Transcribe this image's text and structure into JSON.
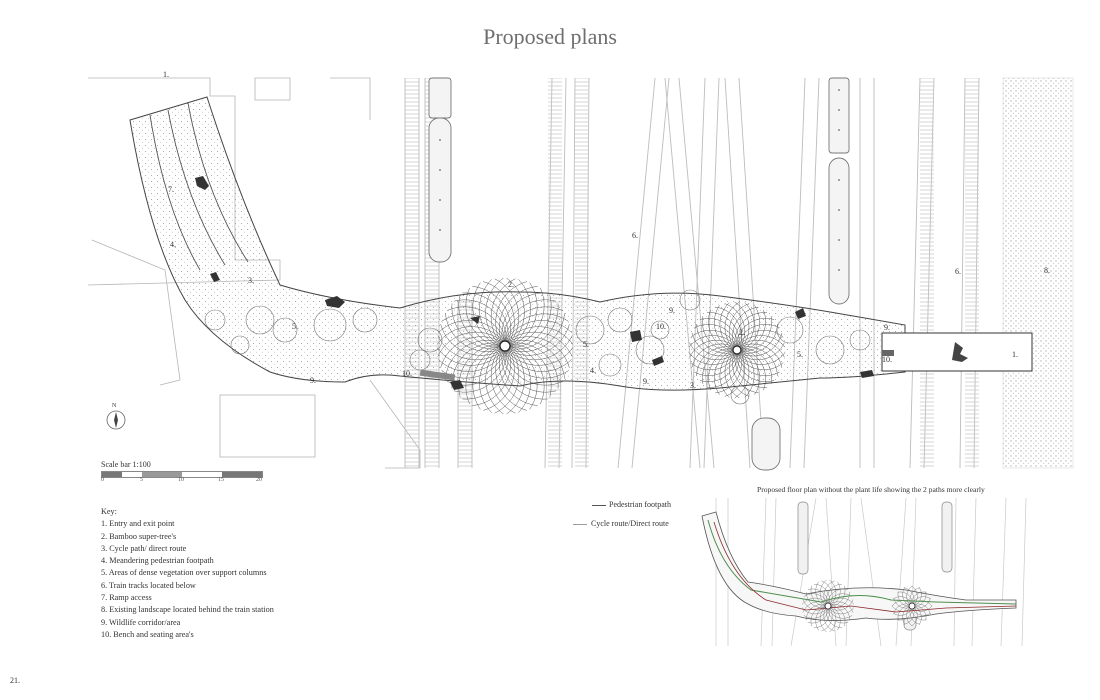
{
  "title": "Proposed plans",
  "plan_labels": {
    "entry_top": "1.",
    "entry_right": "1.",
    "ramp": "7.",
    "meander_left": "4.",
    "cycle_left": "3.",
    "supertree_left": "2.",
    "supertree_right": "2.",
    "vegetation_left": "5.",
    "vegetation_mid": "5.",
    "vegetation_right": "5.",
    "wildlife_left": "9.",
    "wildlife_mid_top": "9.",
    "wildlife_mid_bottom": "9.",
    "wildlife_right": "9.",
    "bench_left": "10.",
    "bench_mid": "10.",
    "bench_right": "10.",
    "cycle_mid": "3.",
    "meander_mid": "4.",
    "tracks_mid": "6.",
    "tracks_right": "6.",
    "landscape": "8."
  },
  "north_label": "N",
  "scale": {
    "label": "Scale bar 1:100",
    "ticks": [
      "0",
      "5",
      "10",
      "15",
      "20"
    ]
  },
  "key": {
    "heading": "Key:",
    "items": [
      "1. Entry and exit point",
      "2. Bamboo super-tree's",
      "3. Cycle path/ direct route",
      "4. Meandering pedestrian footpath",
      "5. Areas of dense vegetation over support columns",
      "6. Train tracks located below",
      "7. Ramp access",
      "8. Existing landscape located behind the train station",
      "9. Wildlife corridor/area",
      "10. Bench and seating area's"
    ]
  },
  "legend": {
    "pedestrian": "Pedestrian footpath",
    "cycle": "Cycle route/Direct route",
    "pedestrian_color": "#555555",
    "cycle_color": "#9a9a9a"
  },
  "mini_caption": "Proposed floor plan without the plant life showing the 2 paths more clearly",
  "page_number": "21.",
  "colors": {
    "path_green": "#4f8f4f",
    "path_red": "#8a2a2a",
    "line_gray": "#888888"
  }
}
